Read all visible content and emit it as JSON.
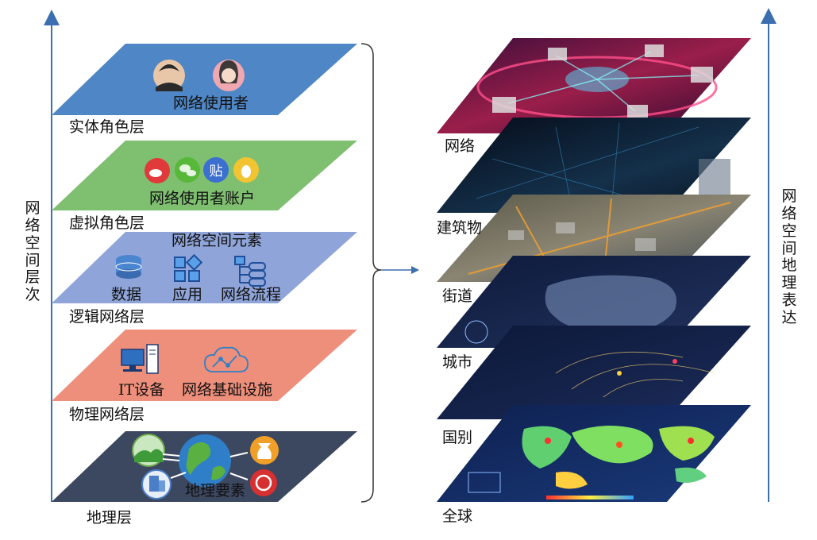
{
  "left_axis_label": "网络空间层次",
  "right_axis_label": "网络空间地理表达",
  "left_layers": [
    {
      "name": "实体角色层",
      "caption": "网络使用者",
      "color": "#4f86c6"
    },
    {
      "name": "虚拟角色层",
      "caption": "网络使用者账户",
      "color": "#7fbf70",
      "badge": "贴"
    },
    {
      "name": "逻辑网络层",
      "caption": "网络空间元素",
      "items": [
        "数据",
        "应用",
        "网络流程"
      ],
      "color": "#8fa4d8"
    },
    {
      "name": "物理网络层",
      "items": [
        "IT设备",
        "网络基础设施"
      ],
      "color": "#ee8f7b"
    },
    {
      "name": "地理层",
      "caption": "地理要素",
      "color": "#3c4760"
    }
  ],
  "right_layers": [
    "网络",
    "建筑物",
    "街道",
    "城市",
    "国别",
    "全球"
  ],
  "icons": [
    "user-male-icon",
    "user-female-icon",
    "weibo-icon",
    "wechat-icon",
    "tieba-icon",
    "qq-icon",
    "database-icon",
    "app-grid-icon",
    "flowchart-icon",
    "computer-icon",
    "cloud-network-icon",
    "landscape-icon",
    "globe-icon",
    "money-bag-icon",
    "building-icon",
    "target-icon"
  ]
}
